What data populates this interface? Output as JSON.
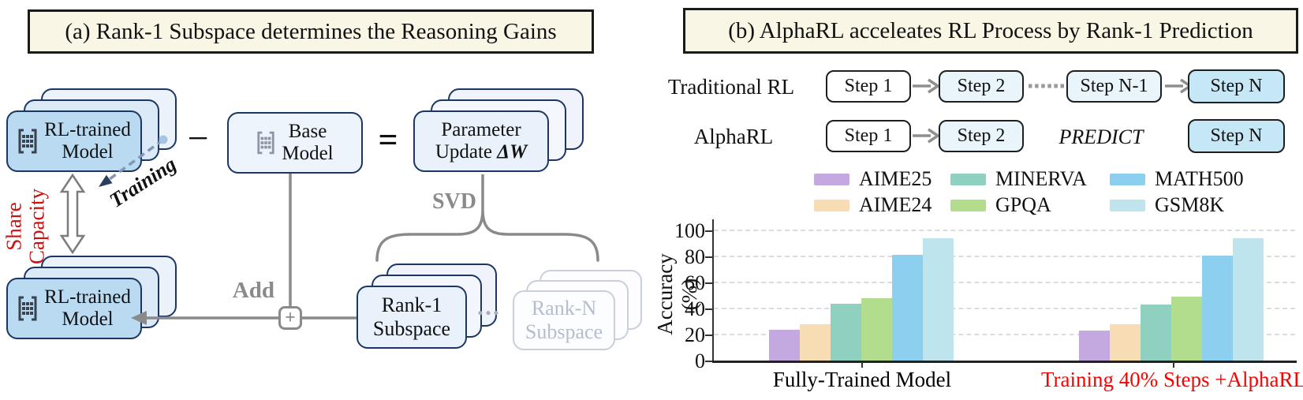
{
  "panel_a": {
    "title": "(a) Rank-1 Subspace determines the Reasoning Gains",
    "rl_trained_top": {
      "line1": "RL-trained",
      "line2": "Model"
    },
    "base_model": {
      "line1": "Base",
      "line2": "Model"
    },
    "param_update": {
      "line1": "Parameter",
      "line2_prefix": "Update ",
      "delta": "ΔW"
    },
    "rl_trained_bottom": {
      "line1": "RL-trained",
      "line2": "Model"
    },
    "rank1": {
      "line1": "Rank-1",
      "line2": "Subspace"
    },
    "rankn": {
      "line1": "Rank-N",
      "line2": "Subspace"
    },
    "minus": "−",
    "equals": "=",
    "training_label": "Training",
    "share_capacity": {
      "line1": "Share",
      "line2": "Capacity"
    },
    "svd_label": "SVD",
    "add_label": "Add",
    "plus_sign": "+",
    "ellipsis": "..."
  },
  "panel_b": {
    "title": "(b) AlphaRL acceleates RL Process by Rank-1 Prediction",
    "flow": {
      "row1_label": "Traditional RL",
      "row1_steps": [
        "Step 1",
        "Step 2",
        "Step N-1",
        "Step N"
      ],
      "row1_dots": "......",
      "row2_label": "AlphaRL",
      "row2_steps": [
        "Step 1",
        "Step 2",
        "Step N"
      ],
      "predict_label": "PREDICT"
    }
  },
  "chart_data": {
    "type": "bar",
    "title": "",
    "ylabel": "Accuracy (%)",
    "xlabel": "",
    "ylim": [
      0,
      100
    ],
    "yticks": [
      0,
      20,
      40,
      60,
      80,
      100
    ],
    "grid": "horizontal-dashed",
    "legend_position": "top",
    "categories": [
      "Fully-Trained Model",
      "Training 40% Steps +AlphaRL"
    ],
    "category_label_colors": [
      "#000000",
      "#fe0000"
    ],
    "series": [
      {
        "name": "AIME25",
        "color": "#c4a9e1",
        "values": [
          24.0,
          23.5
        ]
      },
      {
        "name": "AIME24",
        "color": "#f8dcb4",
        "values": [
          28.5,
          28.5
        ]
      },
      {
        "name": "MINERVA",
        "color": "#8fd0c1",
        "values": [
          44.0,
          43.5
        ]
      },
      {
        "name": "GPQA",
        "color": "#b2dd8d",
        "values": [
          48.5,
          49.5
        ]
      },
      {
        "name": "MATH500",
        "color": "#8dcfee",
        "values": [
          82.0,
          81.5
        ]
      },
      {
        "name": "GSM8K",
        "color": "#bee4ee",
        "values": [
          94.5,
          94.5
        ]
      }
    ]
  },
  "colors": {
    "navy_border": "#1c3764",
    "card_blue": "#b9daf0",
    "card_light": "#eaf3fc",
    "title_bg": "#faf6e5",
    "red_accent": "#cc1111",
    "connector_gray": "#8a8a8a",
    "faded_border": "#c9cfdc"
  }
}
